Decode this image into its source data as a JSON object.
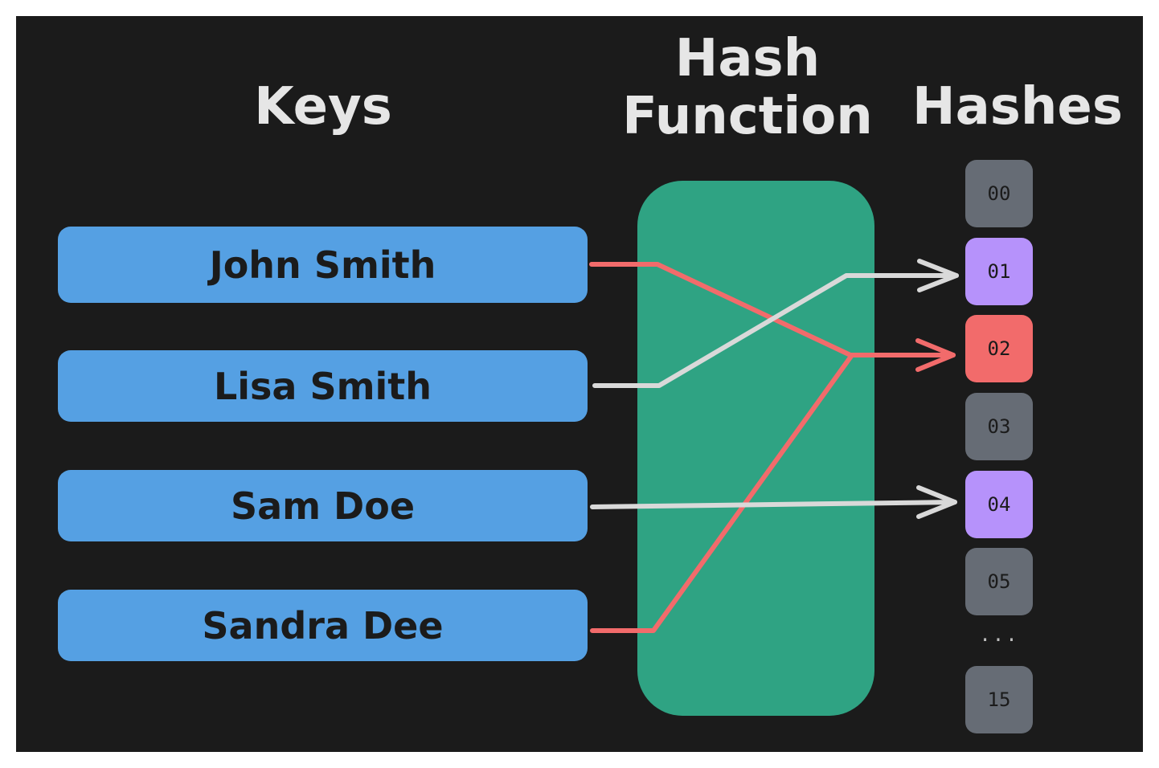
{
  "headings": {
    "keys": "Keys",
    "hash_function": "Hash\nFunction",
    "hashes": "Hashes"
  },
  "keys": [
    "John Smith",
    "Lisa Smith",
    "Sam Doe",
    "Sandra Dee"
  ],
  "buckets": [
    {
      "label": "00",
      "state": "empty"
    },
    {
      "label": "01",
      "state": "occupied"
    },
    {
      "label": "02",
      "state": "collision"
    },
    {
      "label": "03",
      "state": "empty"
    },
    {
      "label": "04",
      "state": "occupied"
    },
    {
      "label": "05",
      "state": "empty"
    }
  ],
  "ellipsis": "...",
  "last_bucket": {
    "label": "15",
    "state": "empty"
  },
  "mappings": [
    {
      "key": "John Smith",
      "hash": "02",
      "color": "#f26b6b"
    },
    {
      "key": "Lisa Smith",
      "hash": "01",
      "color": "#d9d9d9"
    },
    {
      "key": "Sam Doe",
      "hash": "04",
      "color": "#d9d9d9"
    },
    {
      "key": "Sandra Dee",
      "hash": "02",
      "color": "#f26b6b"
    }
  ],
  "colors": {
    "background": "#1b1b1b",
    "key_box": "#55a0e3",
    "hash_function_box": "#2fa383",
    "bucket_empty": "#666c75",
    "bucket_occupied": "#b692fb",
    "bucket_collision": "#f26b6b"
  }
}
